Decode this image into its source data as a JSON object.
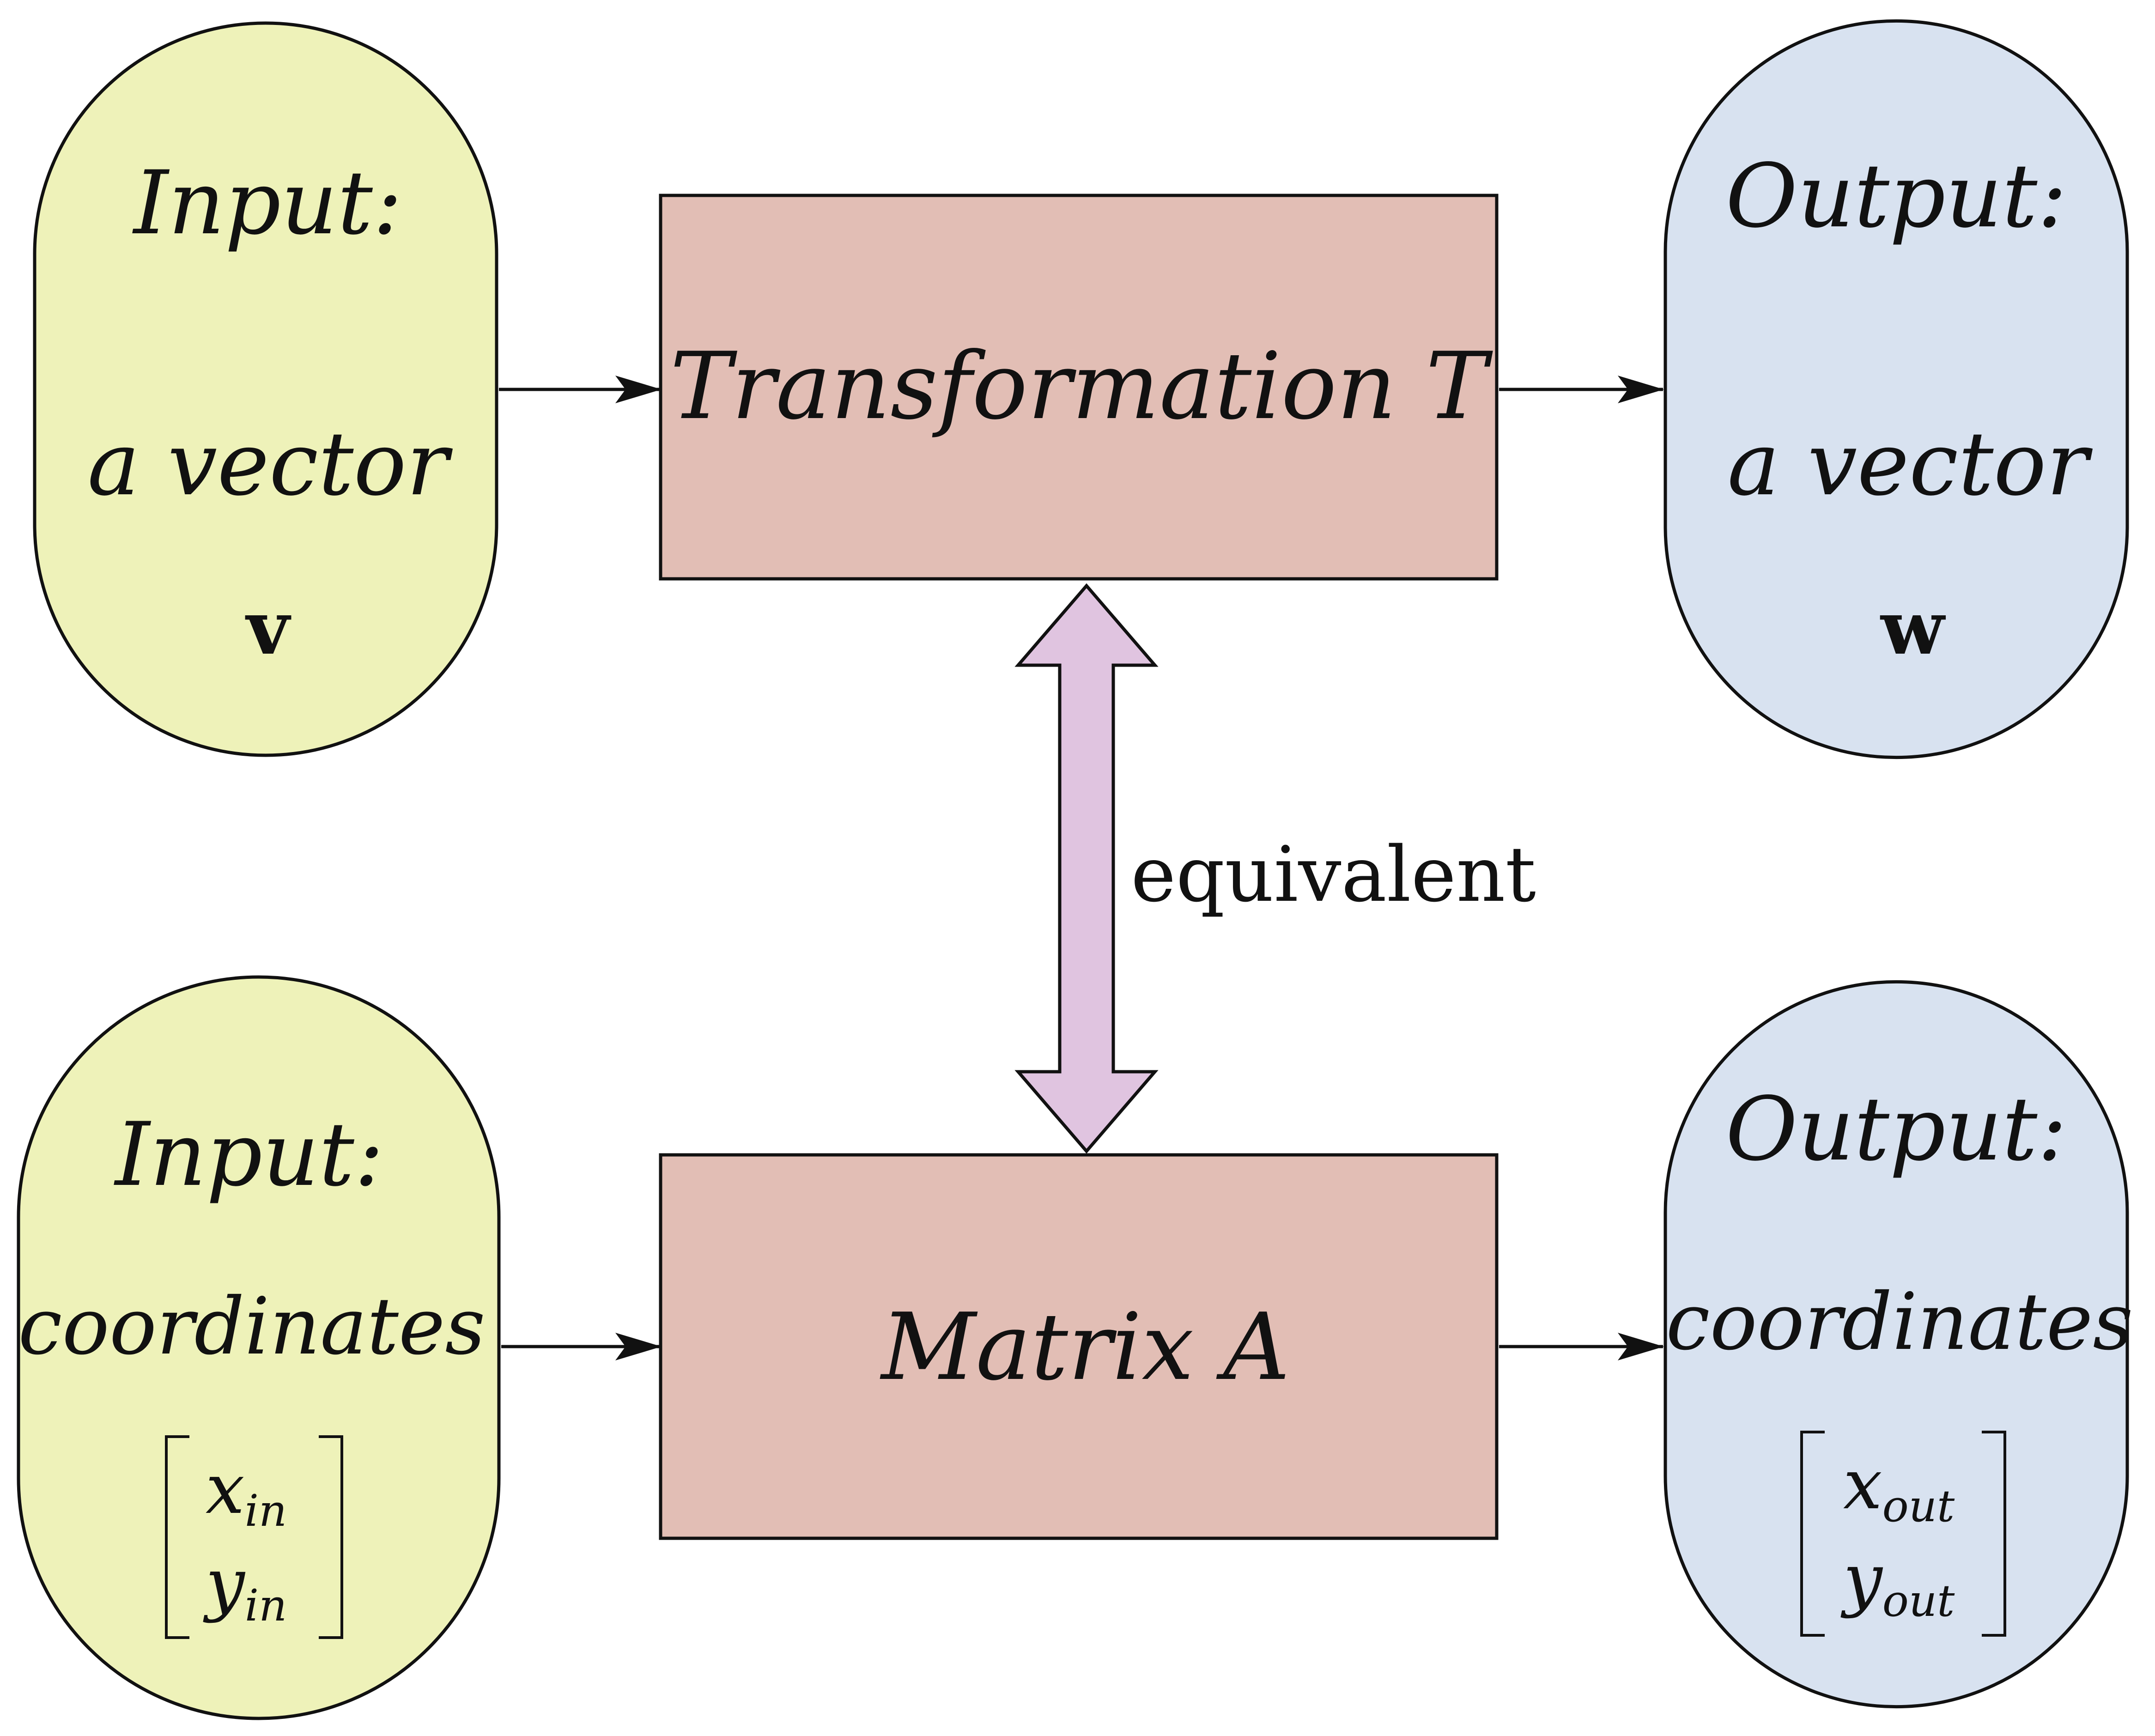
{
  "colors": {
    "input_fill": "#eef2b9",
    "output_fill": "#d8e2f0",
    "box_fill": "#e2beb5",
    "equivalence_arrow_fill": "#e0c4e0",
    "stroke": "#111111"
  },
  "top_row": {
    "input": {
      "title": "Input:",
      "line": "a vector",
      "symbol": "v"
    },
    "transform": {
      "label": "Transformation T"
    },
    "output": {
      "title": "Output:",
      "line": "a vector",
      "symbol": "w"
    }
  },
  "bottom_row": {
    "input": {
      "title": "Input:",
      "line": "coordinates",
      "vec_top": {
        "base": "x",
        "sub": "in"
      },
      "vec_bottom": {
        "base": "y",
        "sub": "in"
      }
    },
    "matrix": {
      "label": "Matrix A"
    },
    "output": {
      "title": "Output:",
      "line": "coordinates",
      "vec_top": {
        "base": "x",
        "sub": "out"
      },
      "vec_bottom": {
        "base": "y",
        "sub": "out"
      }
    }
  },
  "equivalence": {
    "label": "equivalent"
  }
}
